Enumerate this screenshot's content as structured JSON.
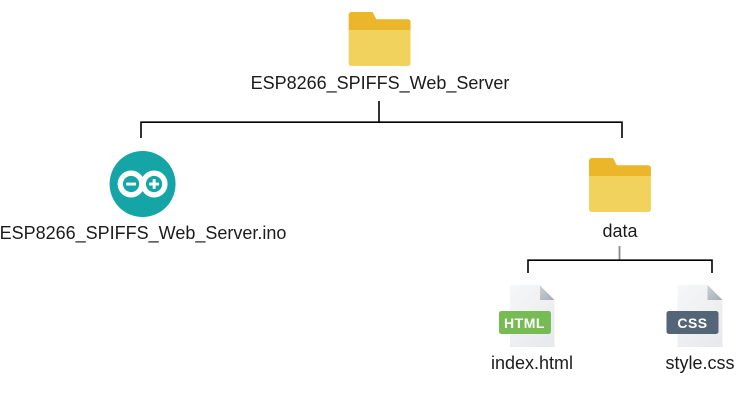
{
  "tree": {
    "root": {
      "label": "ESP8266_SPIFFS_Web_Server",
      "icon": "folder-icon"
    },
    "children": [
      {
        "label": "ESP8266_SPIFFS_Web_Server.ino",
        "icon": "arduino-icon"
      },
      {
        "label": "data",
        "icon": "folder-icon",
        "children": [
          {
            "label": "index.html",
            "icon": "html-file-icon",
            "badge": "HTML"
          },
          {
            "label": "style.css",
            "icon": "css-file-icon",
            "badge": "CSS"
          }
        ]
      }
    ]
  },
  "colors": {
    "background": "#FFFFFF",
    "text": "#1B1B1B",
    "folder_top": "#EBB62A",
    "folder_body": "#F0D25C",
    "arduino_teal": "#16A5A6",
    "html_badge_green": "#77BB55",
    "css_badge_slate": "#546577",
    "document_body": "#EDEFF1",
    "document_fold": "#A2ACB4",
    "connector_black": "#000000",
    "connector_gray_stub": "#8A8A8A"
  }
}
